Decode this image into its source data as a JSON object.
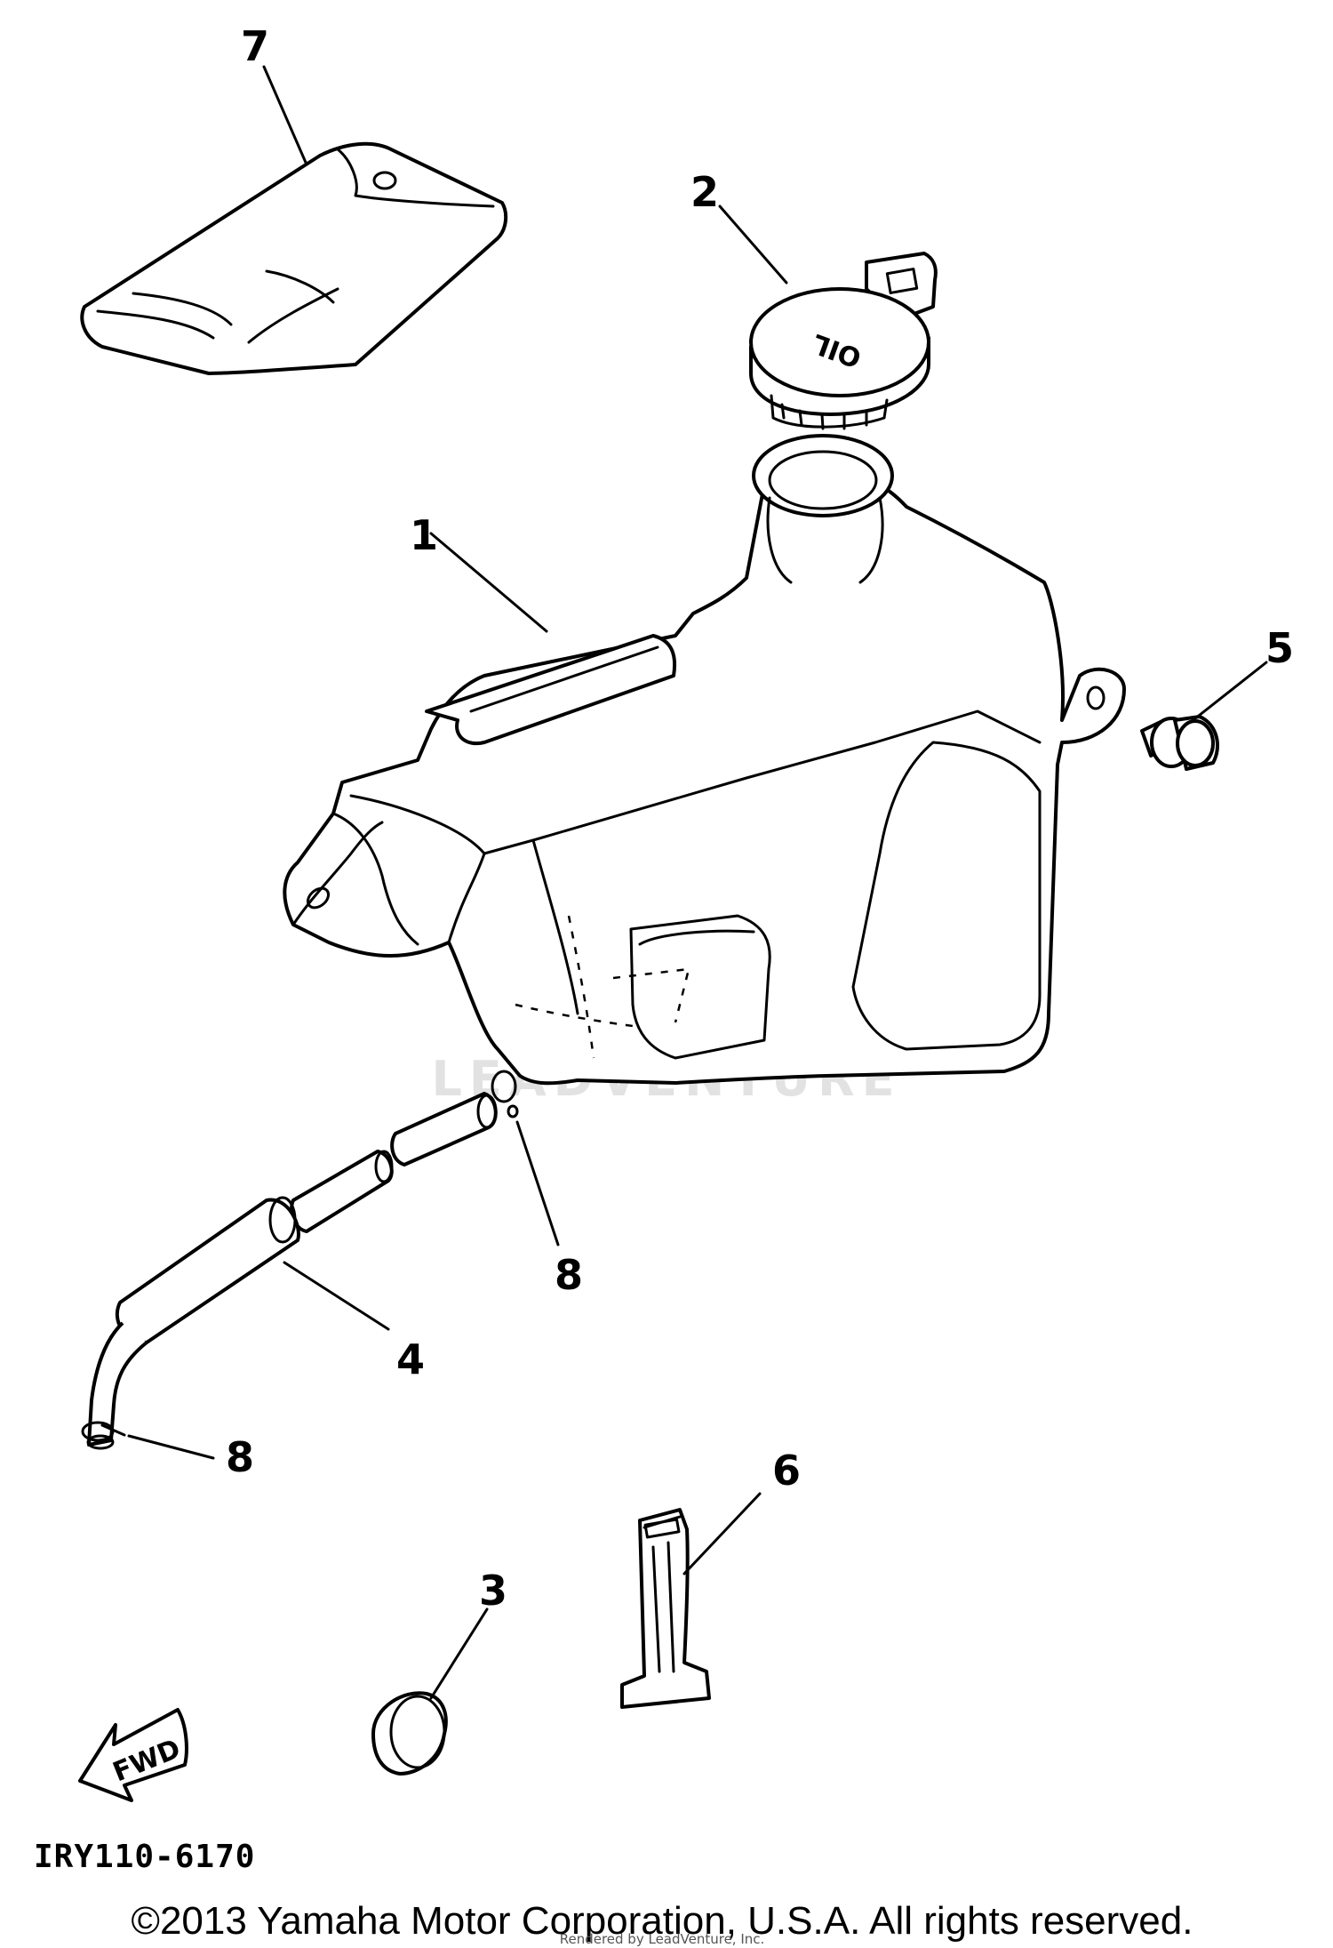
{
  "diagram_code": "IRY110-6170",
  "copyright": "©2013 Yamaha Motor Corporation, U.S.A. All rights reserved.",
  "watermark": {
    "brand": "LEADVENTURE",
    "rendered_by": "Rendered by LeadVenture, Inc."
  },
  "fwd_label": "FWD",
  "cap_marking": "OIL",
  "callouts": [
    {
      "id": "callout-1",
      "label": "1",
      "part": "oil tank"
    },
    {
      "id": "callout-2",
      "label": "2",
      "part": "oil tank cap"
    },
    {
      "id": "callout-3",
      "label": "3",
      "part": "grommet"
    },
    {
      "id": "callout-4",
      "label": "4",
      "part": "oil hose"
    },
    {
      "id": "callout-5",
      "label": "5",
      "part": "bolt"
    },
    {
      "id": "callout-6",
      "label": "6",
      "part": "band"
    },
    {
      "id": "callout-7",
      "label": "7",
      "part": "tool bag"
    },
    {
      "id": "callout-8a",
      "label": "8",
      "part": "clip"
    },
    {
      "id": "callout-8b",
      "label": "8",
      "part": "clip"
    }
  ]
}
